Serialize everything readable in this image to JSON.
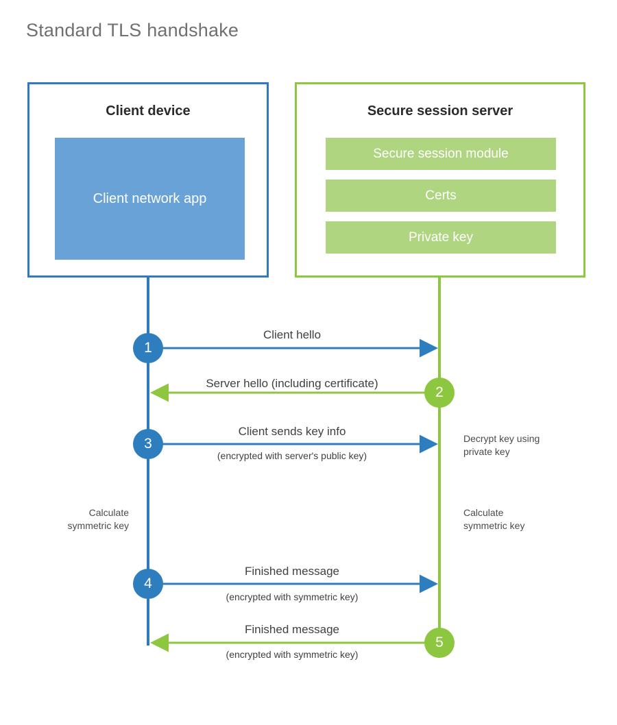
{
  "title": "Standard TLS handshake",
  "colors": {
    "client_border": "#3079bd",
    "client_fill": "#68a2d6",
    "client_accent": "#2e7ebf",
    "server_border": "#8dc63f",
    "server_fill": "#afd580",
    "server_accent": "#8dc63f",
    "title_text": "#6f7072",
    "body_text": "#3f4044",
    "background": "#ffffff"
  },
  "client": {
    "title": "Client device",
    "app_label": "Client network app"
  },
  "server": {
    "title": "Secure session server",
    "components": [
      "Secure session module",
      "Certs",
      "Private key"
    ]
  },
  "steps": [
    {
      "number": "1",
      "label": "Client hello",
      "sub": "",
      "direction": "client-to-server",
      "side": "client"
    },
    {
      "number": "2",
      "label": "Server hello (including certificate)",
      "sub": "",
      "direction": "server-to-client",
      "side": "server"
    },
    {
      "number": "3",
      "label": "Client sends key info",
      "sub": "(encrypted with server's public key)",
      "direction": "client-to-server",
      "side": "client"
    },
    {
      "number": "4",
      "label": "Finished message",
      "sub": "(encrypted with symmetric key)",
      "direction": "client-to-server",
      "side": "client"
    },
    {
      "number": "5",
      "label": "Finished message",
      "sub": "(encrypted with symmetric key)",
      "direction": "server-to-client",
      "side": "server"
    }
  ],
  "notes": {
    "decrypt_key": "Decrypt key using\nprivate key",
    "client_calculate": "Calculate\nsymmetric key",
    "server_calculate": "Calculate\nsymmetric key"
  }
}
